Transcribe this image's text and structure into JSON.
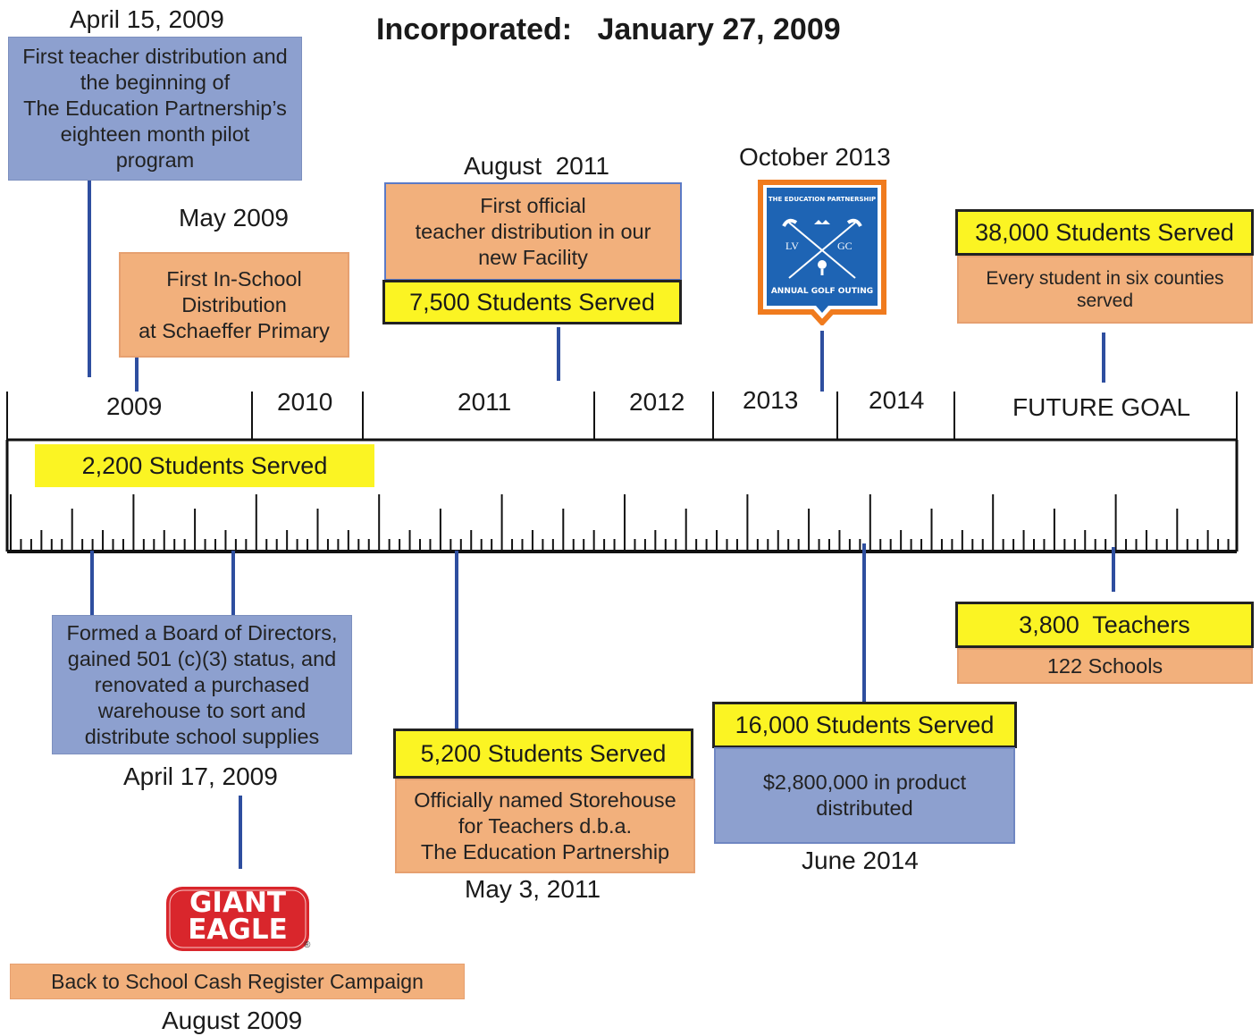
{
  "header": {
    "title": "Incorporated:   January 27, 2009"
  },
  "timeline": {
    "years": [
      "2009",
      "2010",
      "2011",
      "2012",
      "2013",
      "2014",
      "FUTURE GOAL"
    ],
    "ruler_banner": "2,200 Students Served"
  },
  "events": {
    "e1": {
      "date": "April 15, 2009",
      "lines": [
        "First teacher distribution and",
        "the beginning of",
        "The Education Partnership’s",
        "eighteen month pilot",
        "program"
      ]
    },
    "e2": {
      "date": "May 2009",
      "lines": [
        "First In-School",
        "Distribution",
        "at Schaeffer Primary"
      ]
    },
    "e3": {
      "date": "August  2011",
      "lines": [
        "First official",
        "teacher distribution in our",
        "new Facility"
      ],
      "stat": "7,500 Students Served"
    },
    "e4": {
      "date": "October 2013",
      "logo": {
        "icon": "golf-outing-badge-logo",
        "top_text": "THE EDUCATION PARTNERSHIP",
        "left": "LV",
        "right": "GC",
        "bottom_text": "ANNUAL GOLF OUTING",
        "border_color": "#f07b1e",
        "fill_color": "#1e64b4"
      }
    },
    "e5": {
      "stat": "38,000 Students Served",
      "lines": [
        "Every student in six counties",
        "served"
      ]
    },
    "e6": {
      "date": "April 17, 2009",
      "lines": [
        "Formed a Board of Directors,",
        "gained 501 (c)(3) status, and",
        "renovated a purchased",
        "warehouse to sort and",
        "distribute school supplies"
      ]
    },
    "e7": {
      "date": "August 2009",
      "logo": {
        "icon": "giant-eagle-logo",
        "line1": "GIANT",
        "line2": "EAGLE",
        "reg": "®"
      },
      "caption": "Back to School Cash Register Campaign"
    },
    "e8": {
      "stat": "5,200 Students Served",
      "lines": [
        "Officially named Storehouse",
        "for Teachers d.b.a.",
        "The Education Partnership"
      ],
      "date": "May 3, 2011"
    },
    "e9": {
      "stat": "16,000 Students Served",
      "lines": [
        "$2,800,000 in product",
        "distributed"
      ],
      "date": "June 2014"
    },
    "e10": {
      "stat": "3,800  Teachers",
      "sub": "122 Schools"
    }
  },
  "colors": {
    "blue_box": "#8da0cf",
    "orange_box": "#f2b07c",
    "yellow_box": "#fbf423",
    "connector": "#2e4e9f"
  }
}
